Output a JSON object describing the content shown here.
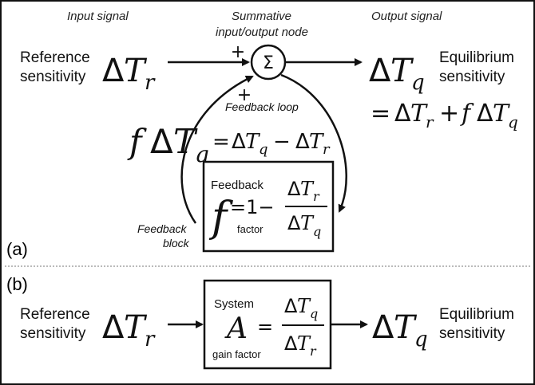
{
  "headers": {
    "input": "Input signal",
    "node": "Summative",
    "node2": "input/output node",
    "output": "Output signal"
  },
  "panel_a": {
    "tag": "(a)",
    "reference": [
      "Reference",
      "sensitivity"
    ],
    "equilibrium": [
      "Equilibrium",
      "sensitivity"
    ],
    "sigma": "Σ",
    "plus": "+",
    "feedback_loop": "Feedback loop",
    "equation_rhs": "= ΔT",
    "feedback_block": [
      "Feedback",
      "block"
    ],
    "box": {
      "top": "Feedback",
      "bottom": "factor",
      "one": "=1−"
    }
  },
  "panel_b": {
    "tag": "(b)",
    "reference": [
      "Reference",
      "sensitivity"
    ],
    "equilibrium": [
      "Equilibrium",
      "sensitivity"
    ],
    "box": {
      "top": "System",
      "bottom": "gain factor",
      "symbol": "A"
    }
  },
  "math": {
    "delta": "Δ",
    "T": "T",
    "r": "r",
    "q": "q",
    "f": "f",
    "eq": "=",
    "plus": "+",
    "minus": "−"
  }
}
